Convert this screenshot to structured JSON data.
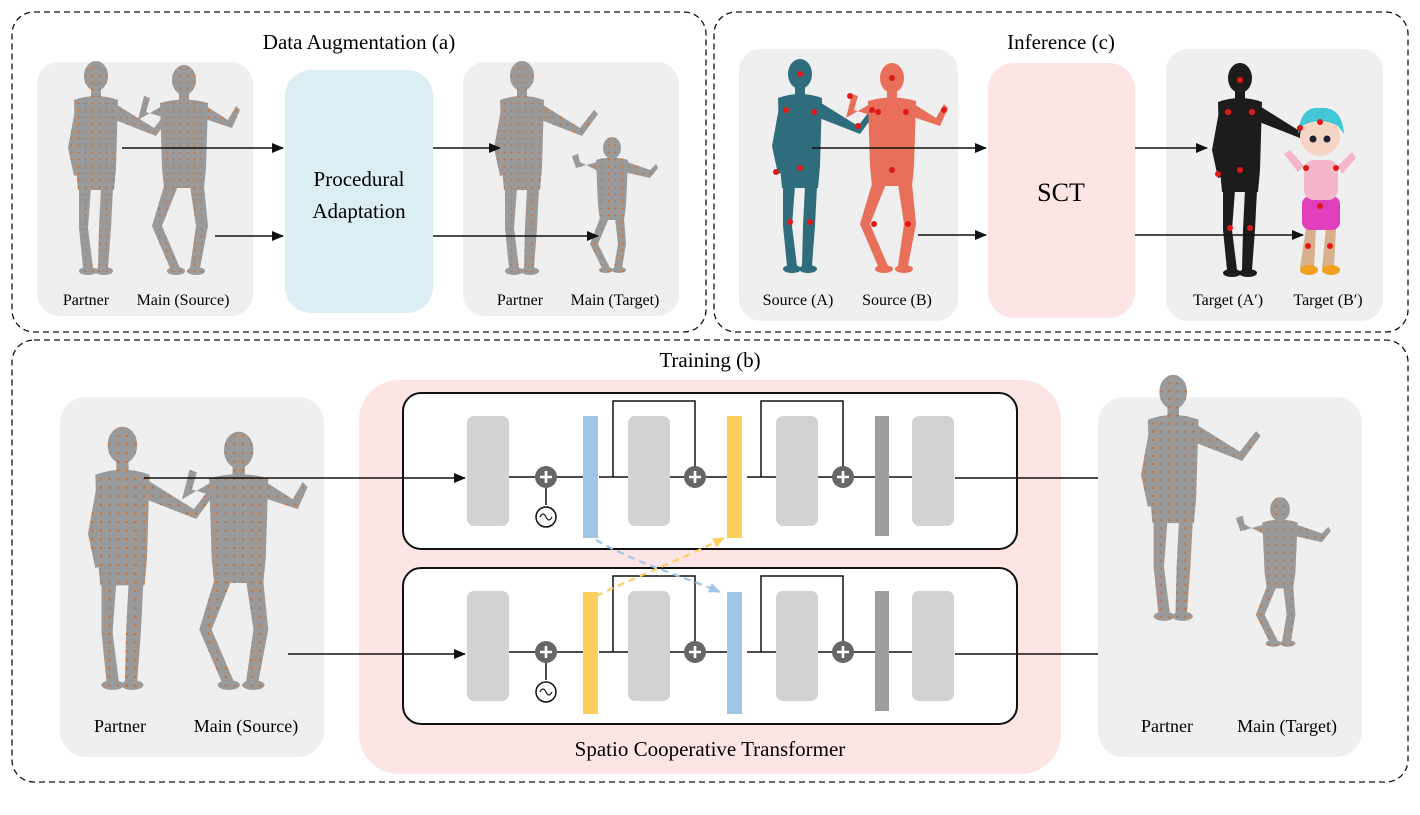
{
  "sections": {
    "augmentation": {
      "title": "Data Augmentation (a)",
      "block_label_line1": "Procedural",
      "block_label_line2": "Adaptation",
      "input_labels": [
        "Partner",
        "Main (Source)"
      ],
      "output_labels": [
        "Partner",
        "Main (Target)"
      ]
    },
    "inference": {
      "title": "Inference (c)",
      "block_label": "SCT",
      "input_labels": [
        "Source (A)",
        "Source (B)"
      ],
      "output_labels": [
        "Target (A′)",
        "Target (B′)"
      ]
    },
    "training": {
      "title": "Training (b)",
      "model_label": "Spatio Cooperative Transformer",
      "input_labels": [
        "Partner",
        "Main (Source)"
      ],
      "output_labels": [
        "Partner",
        "Main (Target)"
      ]
    }
  },
  "colors": {
    "panel_gray": "#efefef",
    "adaptation_blue": "#dbeef4",
    "sct_pink": "#fde5e5",
    "block_gray": "#d3d1d2",
    "norm_dark_gray": "#9e9e9e",
    "token_blue": "#9fc6e6",
    "token_yellow": "#fdcd5e",
    "mesh_gray": "#9a9a9a",
    "robot_teal": "#2f6d7d",
    "robot_orange": "#e8705a",
    "joint_red": "#e01818"
  }
}
